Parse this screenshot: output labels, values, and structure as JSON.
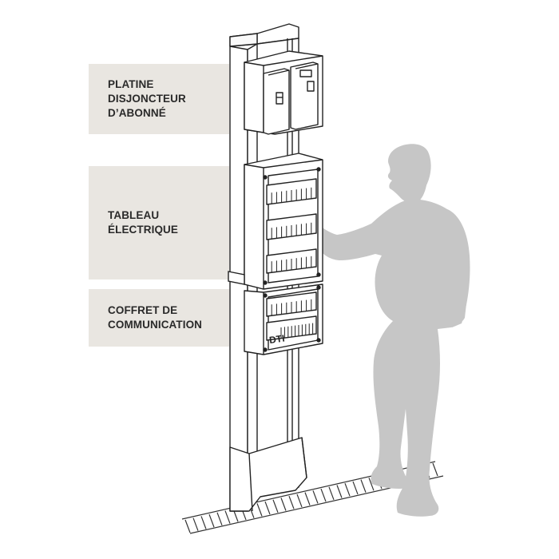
{
  "labels": [
    {
      "lines": [
        "PLATINE",
        "DISJONCTEUR",
        "D’ABONNÉ"
      ]
    },
    {
      "lines": [
        "TABLEAU",
        "ÉLECTRIQUE"
      ]
    },
    {
      "lines": [
        "COFFRET DE",
        "COMMUNICATION"
      ]
    }
  ],
  "dti_mark": "DTI",
  "colors": {
    "label_bg": "#e9e6e1",
    "label_text": "#2a2a2a",
    "line_art": "#222222",
    "silhouette": "#c4c4c4"
  }
}
